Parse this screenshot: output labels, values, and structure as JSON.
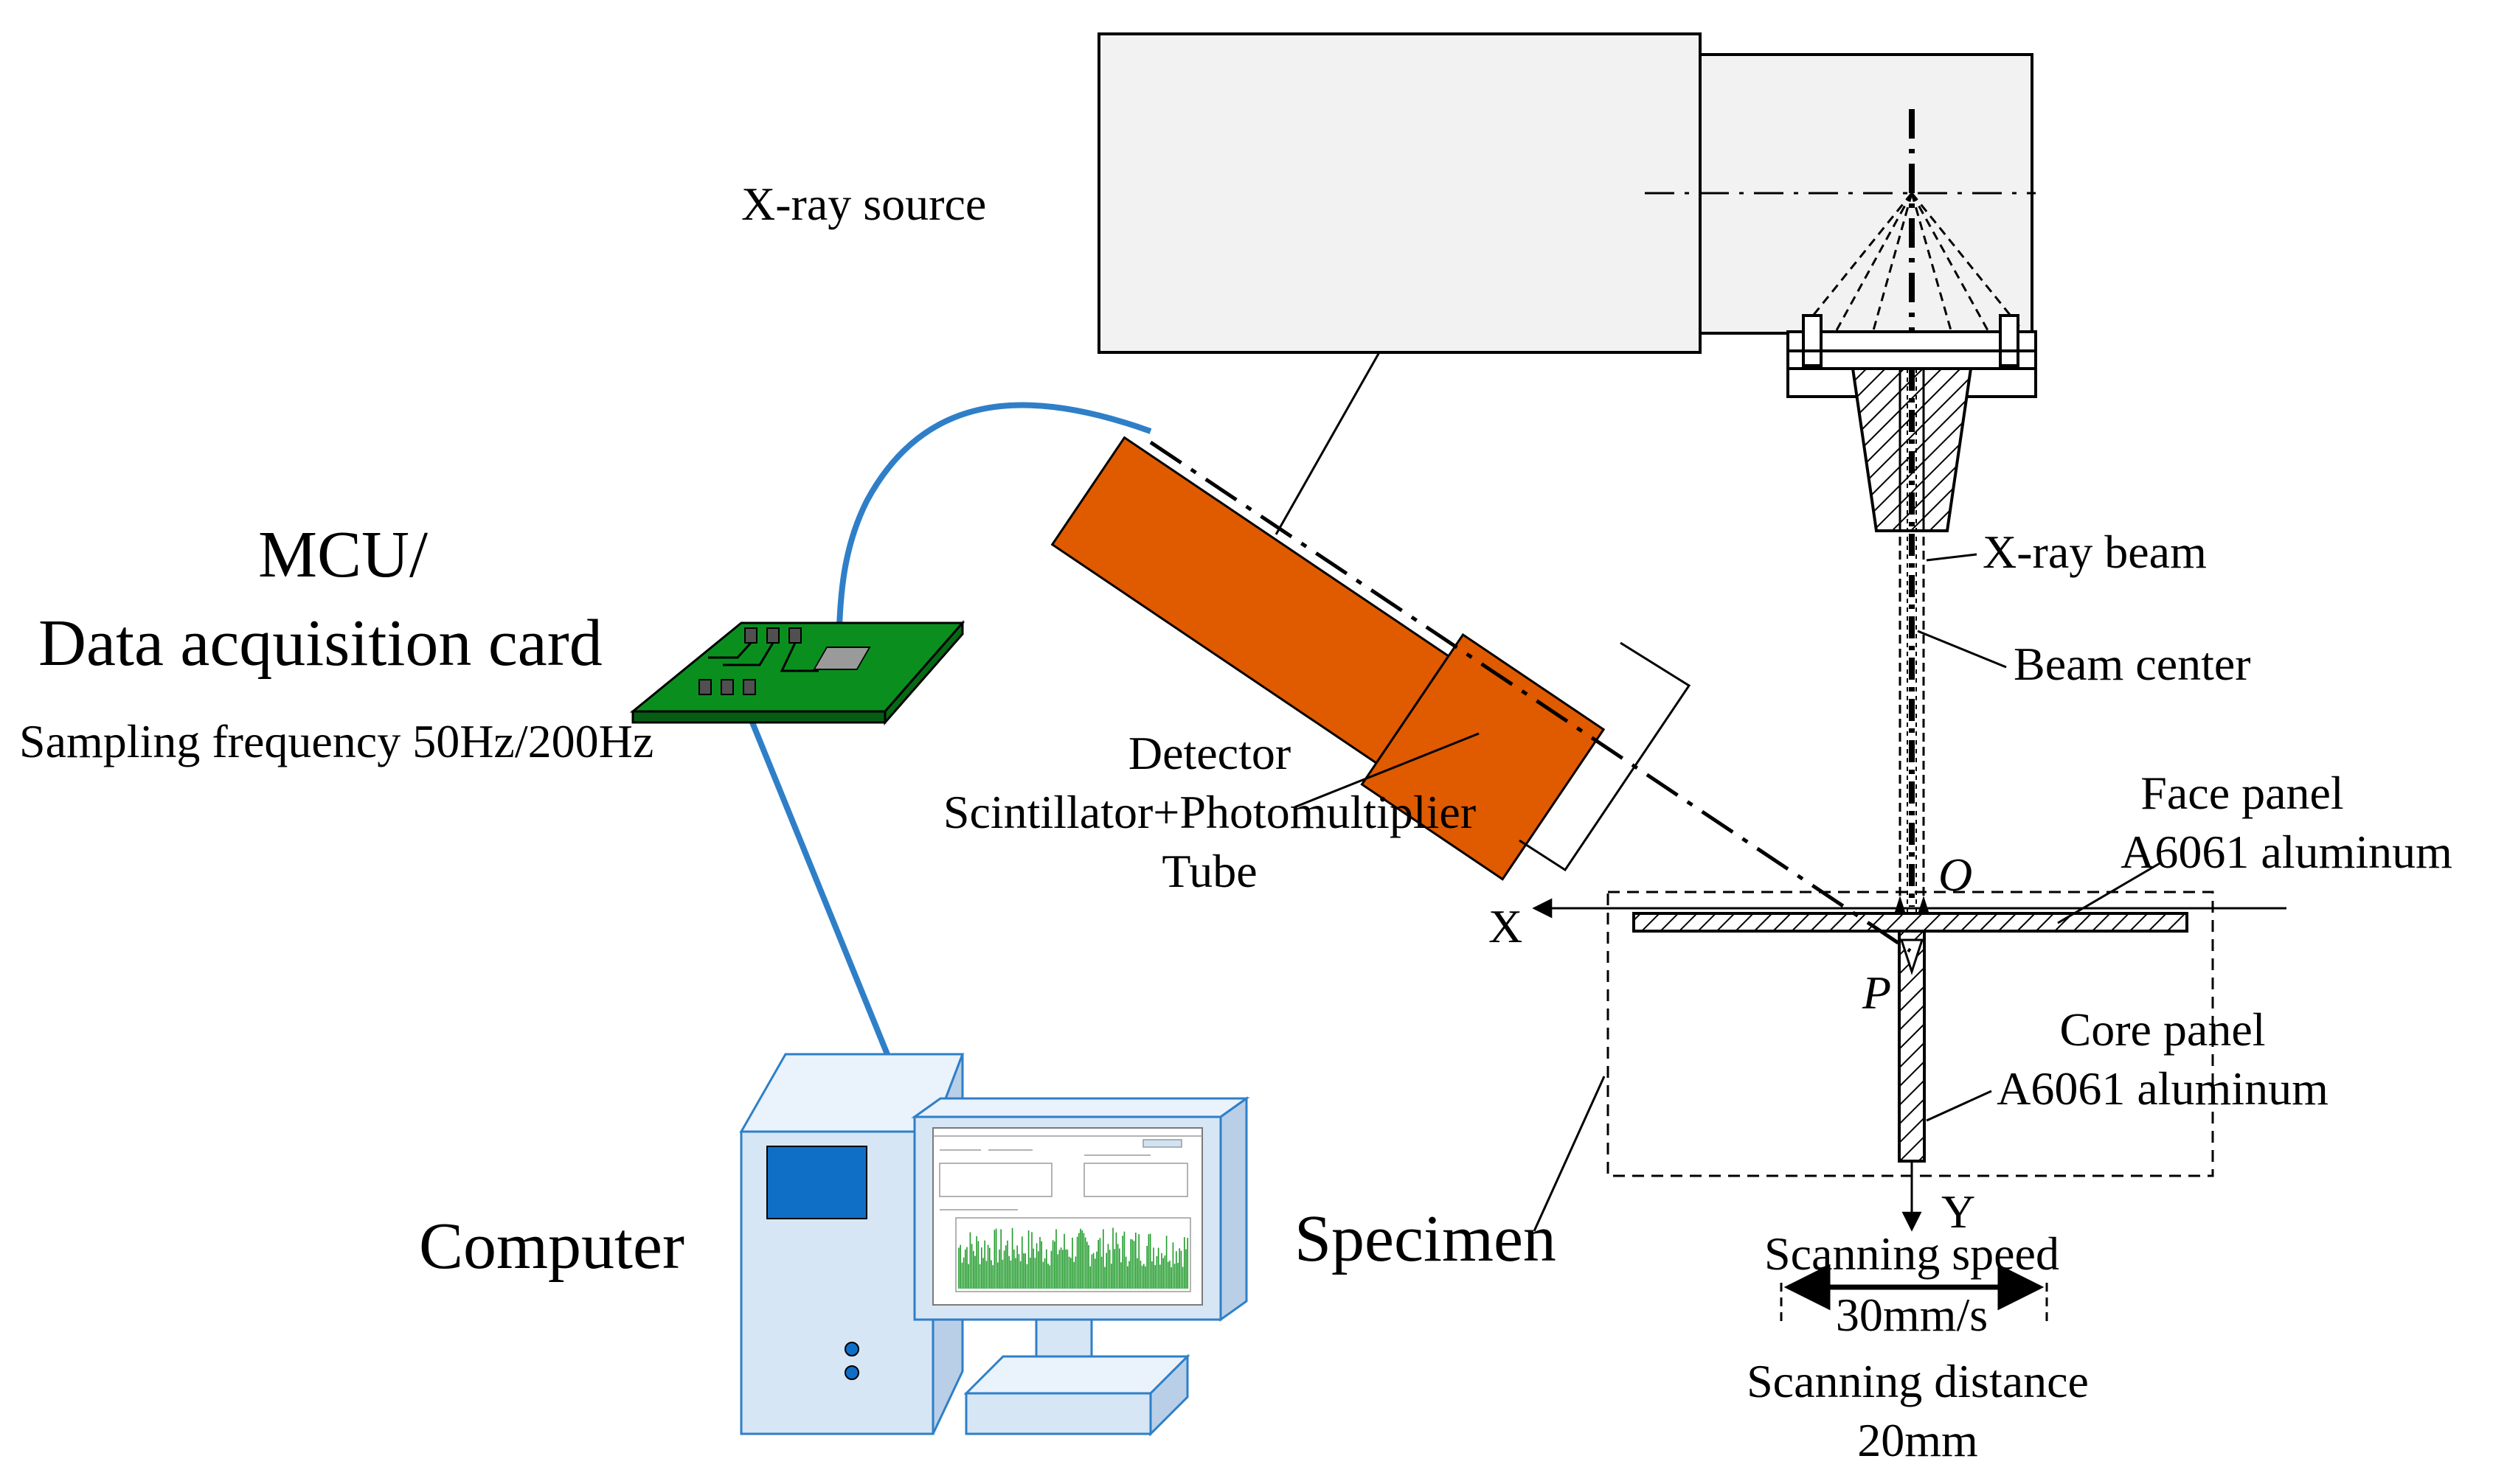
{
  "labels": {
    "xray_source": "X-ray source",
    "mcu": "MCU/",
    "daq": "Data acquisition card",
    "sampling": "Sampling frequency 50Hz/200Hz",
    "detector": "Detector",
    "detector_sub": "Scintillator+Photomultiplier",
    "detector_tube": "Tube",
    "xray_beam": "X-ray beam",
    "beam_center": "Beam center",
    "face_panel": "Face panel",
    "face_material": "A6061 aluminum",
    "core_panel": "Core panel",
    "core_material": "A6061 aluminum",
    "computer": "Computer",
    "specimen": "Specimen",
    "scanning_speed": "Scanning speed",
    "speed_value": "30mm/s",
    "scanning_distance": "Scanning distance",
    "distance_value": "20mm",
    "axis_x": "X",
    "axis_y": "Y",
    "point_o": "O",
    "point_p": "P"
  },
  "colors": {
    "detector": "#e05a00",
    "pcb": "#0a8f1f",
    "cable": "#2f7fc8",
    "computer_fill": "#d7e6f5",
    "computer_stroke": "#2f7fc8",
    "screen": "#0f6fc6",
    "source_fill": "#f2f2f2",
    "plot_bars": "#1f9b2a"
  }
}
